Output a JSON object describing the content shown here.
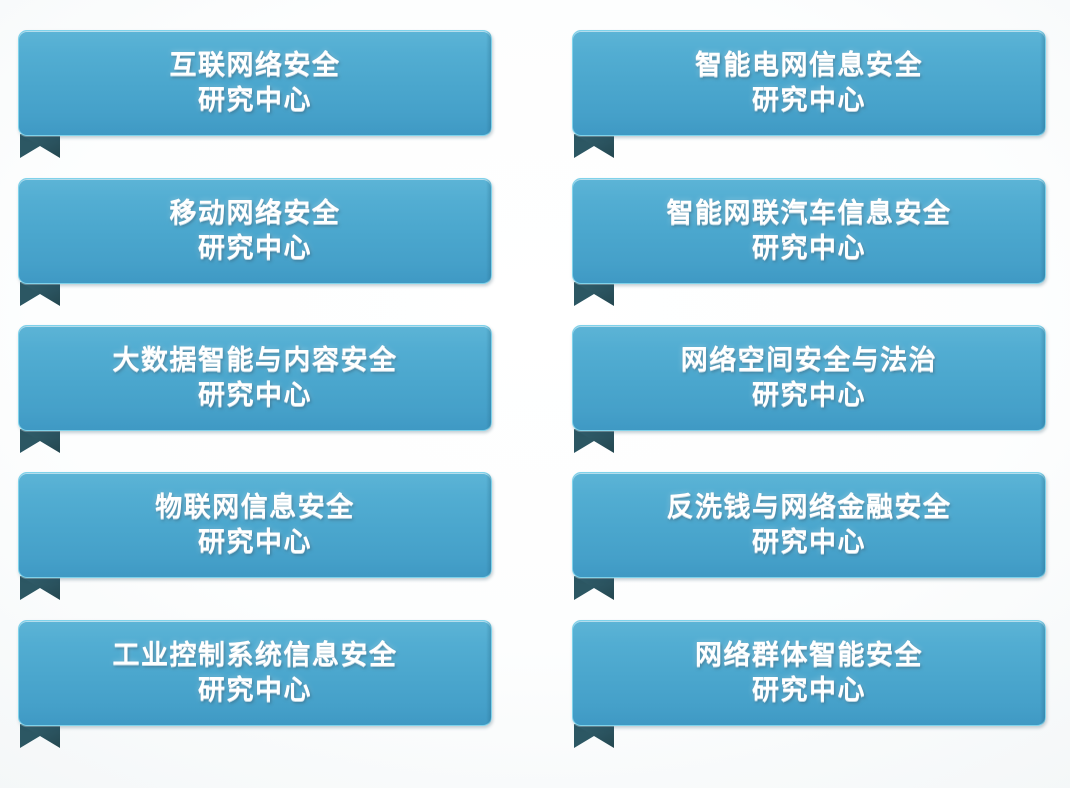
{
  "diagram": {
    "type": "banner-grid",
    "columns": 2,
    "rows": 5,
    "style": {
      "banner_fill_top": "#5cb4d6",
      "banner_fill_bottom": "#3f99c4",
      "banner_border": "#7fd2ea",
      "tail_color": "#2c5763",
      "text_color": "#ffffff",
      "background": "#ffffff"
    }
  },
  "banners": [
    {
      "id": "internet-network-security",
      "line1": "互联网络安全",
      "line2": "研究中心",
      "column": "left",
      "row": 1
    },
    {
      "id": "smart-grid-information-security",
      "line1": "智能电网信息安全",
      "line2": "研究中心",
      "column": "right",
      "row": 1
    },
    {
      "id": "mobile-network-security",
      "line1": "移动网络安全",
      "line2": "研究中心",
      "column": "left",
      "row": 2
    },
    {
      "id": "intelligent-connected-vehicle-information-security",
      "line1": "智能网联汽车信息安全",
      "line2": "研究中心",
      "column": "right",
      "row": 2
    },
    {
      "id": "big-data-intelligence-and-content-security",
      "line1": "大数据智能与内容安全",
      "line2": "研究中心",
      "column": "left",
      "row": 3
    },
    {
      "id": "cyberspace-security-and-rule-of-law",
      "line1": "网络空间安全与法治",
      "line2": "研究中心",
      "column": "right",
      "row": 3
    },
    {
      "id": "iot-information-security",
      "line1": "物联网信息安全",
      "line2": "研究中心",
      "column": "left",
      "row": 4
    },
    {
      "id": "anti-money-laundering-and-network-finance-security",
      "line1": "反洗钱与网络金融安全",
      "line2": "研究中心",
      "column": "right",
      "row": 4
    },
    {
      "id": "industrial-control-system-information-security",
      "line1": "工业控制系统信息安全",
      "line2": "研究中心",
      "column": "left",
      "row": 5
    },
    {
      "id": "network-collective-intelligence-security",
      "line1": "网络群体智能安全",
      "line2": "研究中心",
      "column": "right",
      "row": 5
    }
  ]
}
